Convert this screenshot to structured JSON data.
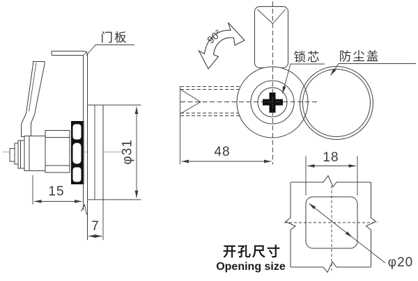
{
  "drawing": {
    "type": "cam-lock technical drawing",
    "labels": {
      "door_panel": "门板",
      "lock_core": "锁芯",
      "dust_cover": "防尘盖",
      "rotation_angle": "90°",
      "opening_title_zh": "开孔尺寸",
      "opening_title_en": "Opening size"
    },
    "dimensions": {
      "cam_length": "48",
      "body_depth": "15",
      "panel_offset": "7",
      "head_diameter": "φ31",
      "opening_width": "18",
      "opening_diameter": "φ20"
    },
    "colors": {
      "line": "#3c3c3c",
      "fill_black": "#111111",
      "background": "#ffffff"
    }
  }
}
